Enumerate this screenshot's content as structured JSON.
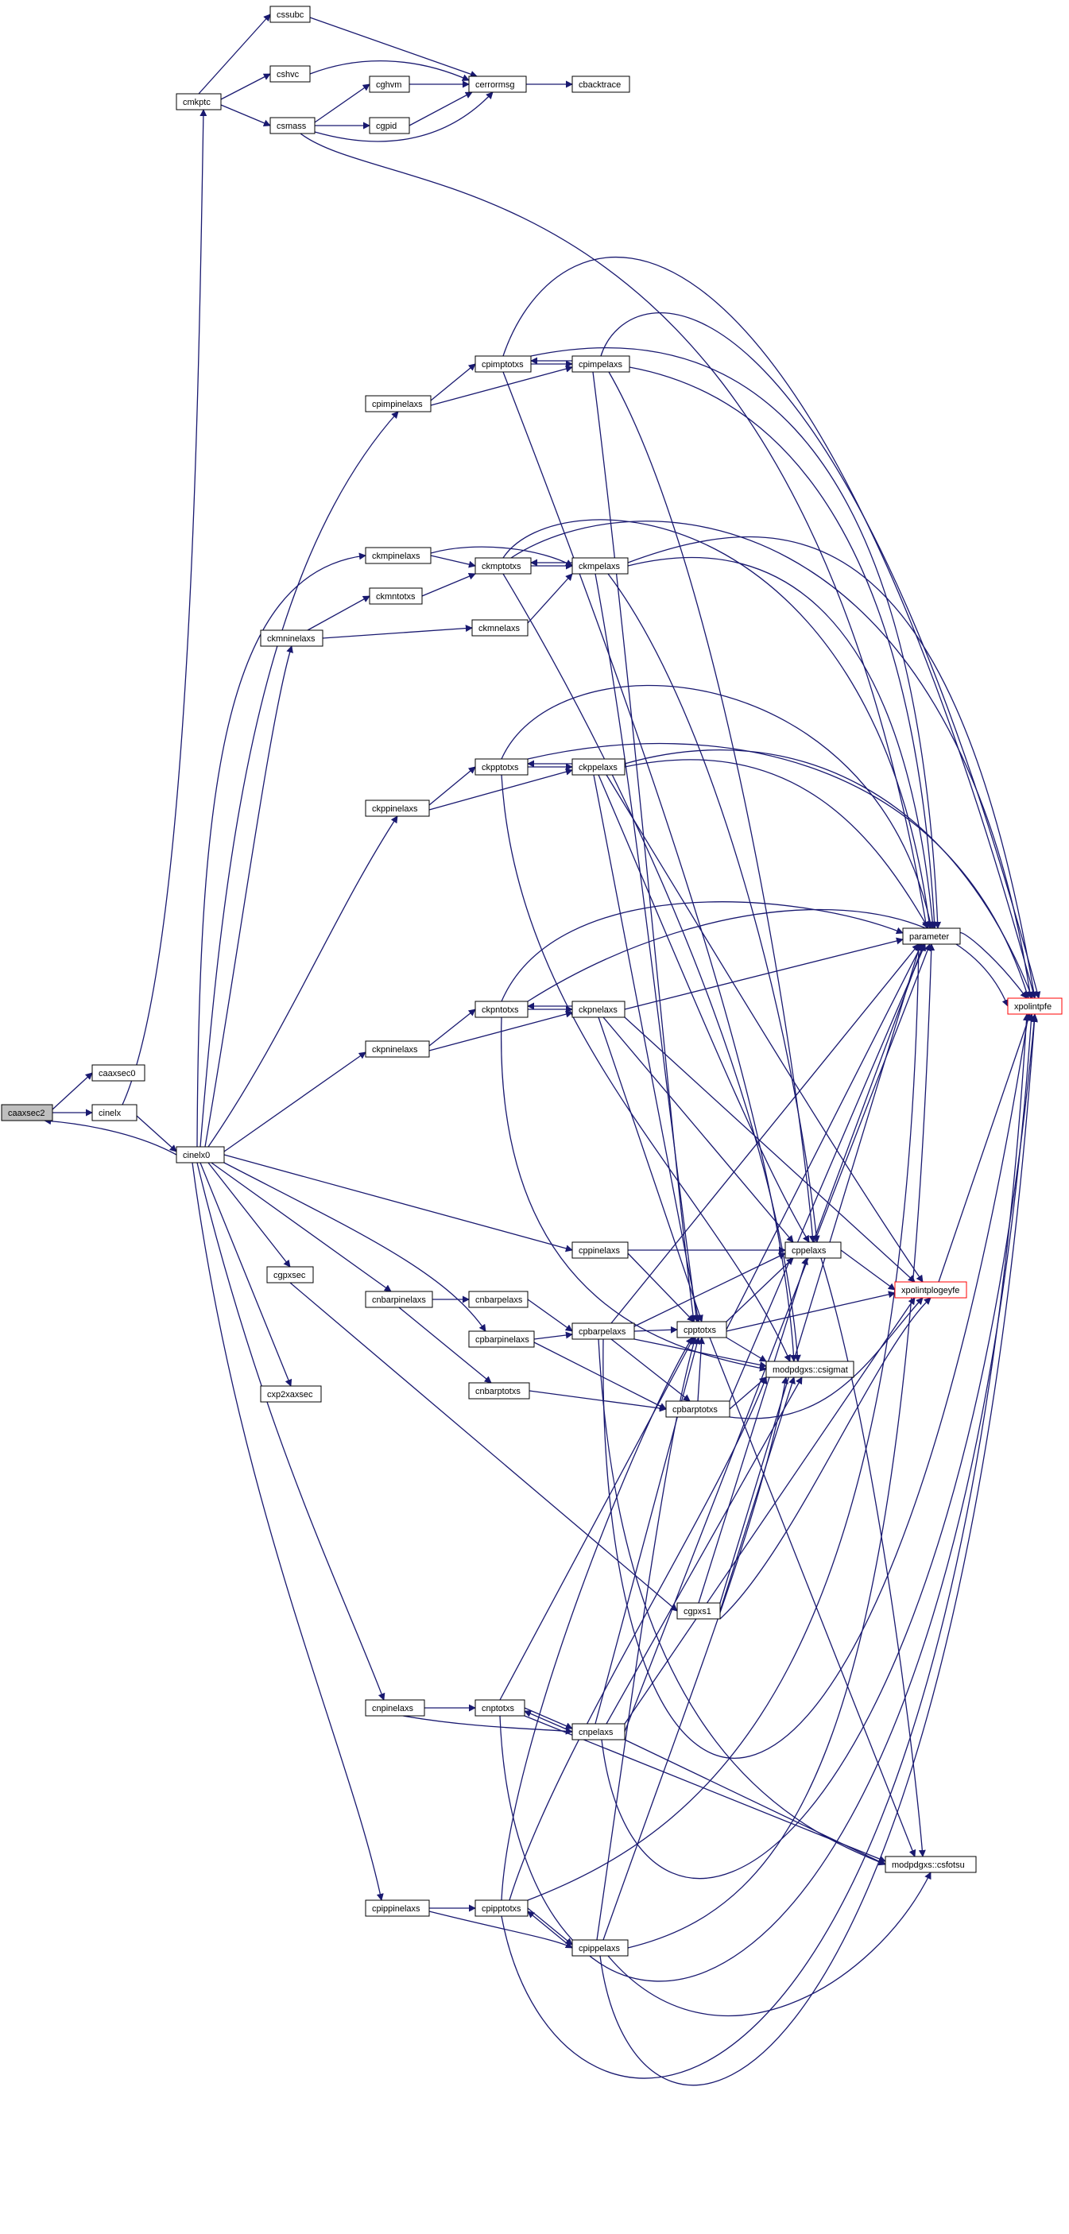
{
  "graph": {
    "colors": {
      "edge": "#191970",
      "root_fill": "#bfbfbf",
      "external_border": "#ff0000",
      "node_border": "#000000"
    },
    "nodes": [
      {
        "id": "caaxsec2",
        "label": "caaxsec2",
        "style": "root"
      },
      {
        "id": "caaxsec0",
        "label": "caaxsec0"
      },
      {
        "id": "cinelx",
        "label": "cinelx"
      },
      {
        "id": "cinelx0",
        "label": "cinelx0"
      },
      {
        "id": "cmkptc",
        "label": "cmkptc"
      },
      {
        "id": "cssubc",
        "label": "cssubc"
      },
      {
        "id": "cshvc",
        "label": "cshvc"
      },
      {
        "id": "csmass",
        "label": "csmass"
      },
      {
        "id": "cghvm",
        "label": "cghvm"
      },
      {
        "id": "cgpid",
        "label": "cgpid"
      },
      {
        "id": "cerrormsg",
        "label": "cerrormsg"
      },
      {
        "id": "cbacktrace",
        "label": "cbacktrace"
      },
      {
        "id": "cpimpinelaxs",
        "label": "cpimpinelaxs"
      },
      {
        "id": "cpimptotxs",
        "label": "cpimptotxs"
      },
      {
        "id": "cpimpelaxs",
        "label": "cpimpelaxs"
      },
      {
        "id": "ckmpinelaxs",
        "label": "ckmpinelaxs"
      },
      {
        "id": "ckmptotxs",
        "label": "ckmptotxs"
      },
      {
        "id": "ckmpelaxs",
        "label": "ckmpelaxs"
      },
      {
        "id": "ckmntotxs",
        "label": "ckmntotxs"
      },
      {
        "id": "ckmninelaxs",
        "label": "ckmninelaxs"
      },
      {
        "id": "ckmnelaxs",
        "label": "ckmnelaxs"
      },
      {
        "id": "ckppinelaxs",
        "label": "ckppinelaxs"
      },
      {
        "id": "ckpptotxs",
        "label": "ckpptotxs"
      },
      {
        "id": "ckppelaxs",
        "label": "ckppelaxs"
      },
      {
        "id": "ckpninelaxs",
        "label": "ckpninelaxs"
      },
      {
        "id": "ckpntotxs",
        "label": "ckpntotxs"
      },
      {
        "id": "ckpnelaxs",
        "label": "ckpnelaxs"
      },
      {
        "id": "parameter",
        "label": "parameter"
      },
      {
        "id": "xpolintpfe",
        "label": "xpolintpfe",
        "style": "external"
      },
      {
        "id": "cppinelaxs",
        "label": "cppinelaxs"
      },
      {
        "id": "cppelaxs",
        "label": "cppelaxs"
      },
      {
        "id": "xpolintplogeyfe",
        "label": "xpolintplogeyfe",
        "style": "external"
      },
      {
        "id": "cgpxsec",
        "label": "cgpxsec"
      },
      {
        "id": "cnbarpinelaxs",
        "label": "cnbarpinelaxs"
      },
      {
        "id": "cnbarpelaxs",
        "label": "cnbarpelaxs"
      },
      {
        "id": "cpbarpinelaxs",
        "label": "cpbarpinelaxs"
      },
      {
        "id": "cpbarpelaxs",
        "label": "cpbarpelaxs"
      },
      {
        "id": "cpptotxs",
        "label": "cpptotxs"
      },
      {
        "id": "modpdgxs_csigmat",
        "label": "modpdgxs::csigmat"
      },
      {
        "id": "cnbarptotxs",
        "label": "cnbarptotxs"
      },
      {
        "id": "cpbarptotxs",
        "label": "cpbarptotxs"
      },
      {
        "id": "cxp2xaxsec",
        "label": "cxp2xaxsec"
      },
      {
        "id": "cgpxs1",
        "label": "cgpxs1"
      },
      {
        "id": "cnpinelaxs",
        "label": "cnpinelaxs"
      },
      {
        "id": "cnptotxs",
        "label": "cnptotxs"
      },
      {
        "id": "cnpelaxs",
        "label": "cnpelaxs"
      },
      {
        "id": "modpdgxs_csfotsu",
        "label": "modpdgxs::csfotsu"
      },
      {
        "id": "cpippinelaxs",
        "label": "cpippinelaxs"
      },
      {
        "id": "cpipptotxs",
        "label": "cpipptotxs"
      },
      {
        "id": "cpippelaxs",
        "label": "cpippelaxs"
      }
    ]
  }
}
